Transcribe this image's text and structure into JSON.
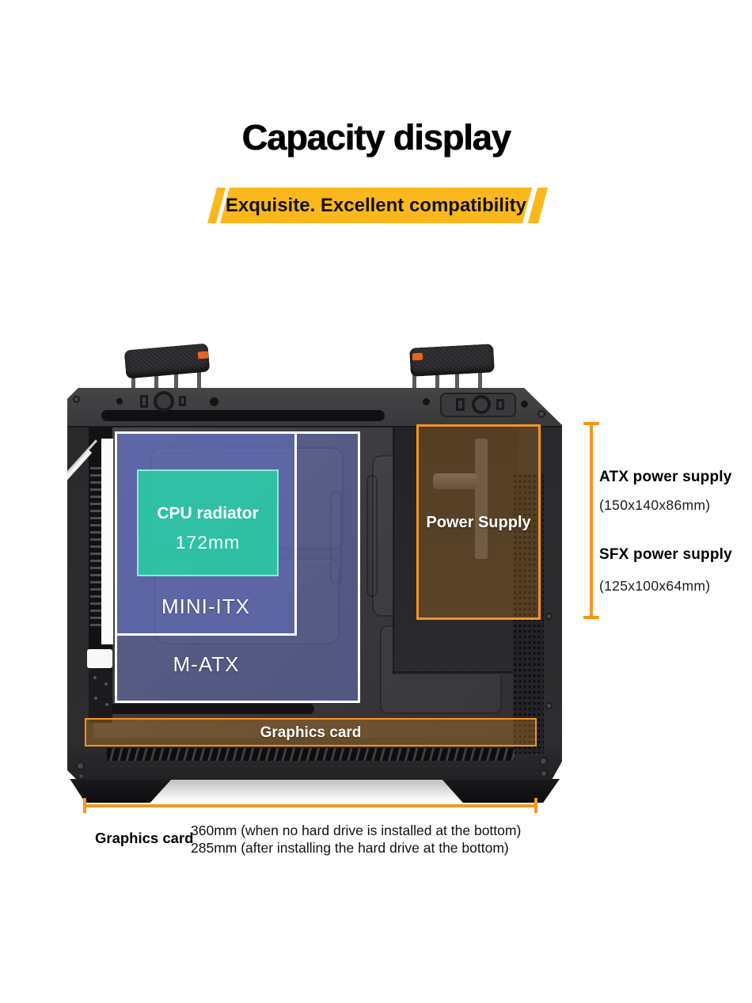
{
  "title": "Capacity display",
  "banner": {
    "text": "Exquisite. Excellent compatibility",
    "bg_color": "#FBB81C"
  },
  "overlays": {
    "cpu_radiator": {
      "label": "CPU radiator",
      "value": "172mm",
      "color": "#2FC7A6"
    },
    "mini_itx": {
      "label": "MINI-ITX"
    },
    "m_atx": {
      "label": "M-ATX"
    },
    "power_supply": {
      "label": "Power Supply",
      "color": "#F5961E"
    },
    "graphics_card": {
      "label": "Graphics card",
      "color": "#F5961E"
    }
  },
  "specs": {
    "psu": {
      "atx": {
        "label": "ATX power supply",
        "size": "(150x140x86mm)"
      },
      "sfx": {
        "label": "SFX power supply",
        "size": "(125x100x64mm)"
      }
    },
    "gpu": {
      "label": "Graphics card",
      "line1": "360mm (when no hard drive is installed at the bottom)",
      "line2": "285mm (after installing the hard drive at the bottom)"
    }
  },
  "colors": {
    "accent_orange": "#F5961E",
    "banner_yellow": "#FBB81C",
    "radiator_teal": "#2FC7A6",
    "overlay_blue": "#5A64AE",
    "overlay_border": "#FFFFFF"
  }
}
